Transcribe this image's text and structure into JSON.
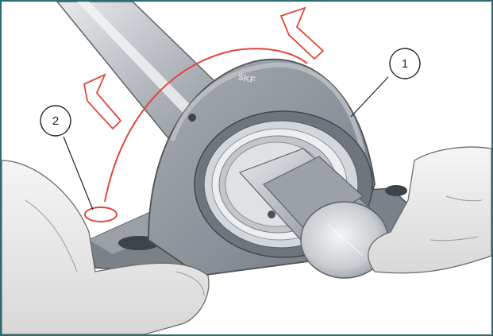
{
  "callouts": [
    {
      "number": "1"
    },
    {
      "number": "2"
    }
  ],
  "housing_mark": "SKF",
  "colors": {
    "frame": "#2e6b6e",
    "annotation_red": "#e2453a",
    "housing": "#8f959c",
    "shaft": "#b9bec4",
    "hand": "#eeeeee"
  }
}
